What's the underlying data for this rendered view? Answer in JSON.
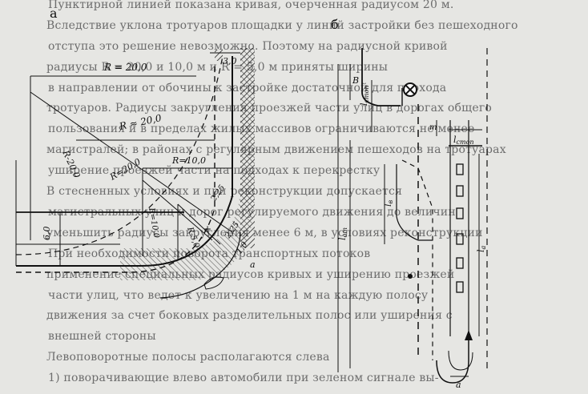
{
  "document": {
    "background_text": [
      "Пунктирной линией показана кривая, очерченная радиусом 20 м.",
      "Вследствие уклона тротуаров площадки у линий застройки без пешеходного",
      "отступа это решение невозможно. Поэтому на радиусной кривой",
      "радиусы R = 20,0 и 10,0 м и R = 5,0 м приняты ширины",
      "в направлении от обочины к застройке достаточной для прохода",
      "тротуаров. Радиусы закругления проезжей части улиц в дорогах общего",
      "пользования и в пределах жилых массивов ограничиваются не менее",
      "магистралей; в районах с регулярным движением пешеходов на тротуарах",
      "уширение проезжей части на подходах к перекрестку",
      "В стесненных условиях и при реконструкции допускается",
      "магистральных улиц и дорог регулируемого движения до величин",
      "уменьшить радиусы закругления менее 6 м, в условиях реконструкции",
      "При необходимости поворота транспортных потоков",
      "применение специальных радиусов кривых и уширению проезжей",
      "части улиц, что ведет к увеличению на 1 м на каждую полосу",
      "движения за счет боковых разделительных полос или уширения с",
      "внешней стороны",
      "Левоповоротные полосы располагаются слева",
      "1) поворачивающие влево автомобили при зеленом сигнале вы-"
    ]
  },
  "figure": {
    "panel_a_label": "а",
    "panel_b_label": "б",
    "labels_a": {
      "r20_top": "R = 20,0",
      "dim_3": "3,0",
      "r20_mid": "R ≈ 20,0",
      "r10_top": "R=10,0",
      "r20_diag": "R=20,0",
      "r20_vert": "R-20,0",
      "r10_vert": "R=10,0",
      "r5_vert": "R-5,0",
      "dim_6": "6,0",
      "dim_225": "2,25",
      "dim_225b": "2,25",
      "dim_10": "1,0",
      "a": "a",
      "plus": "+"
    },
    "labels_b": {
      "B": "B",
      "l_stop_1": "l",
      "l_stop_1_sub": "стоп",
      "l_b": "l",
      "l_b_sub": "в",
      "l_ot": "l",
      "l_ot_sub": "от",
      "l_a": "l",
      "l_a_sub": "а",
      "l_stop_2": "l",
      "l_stop_2_sub": "стоп",
      "m": "m",
      "a": "a"
    }
  }
}
